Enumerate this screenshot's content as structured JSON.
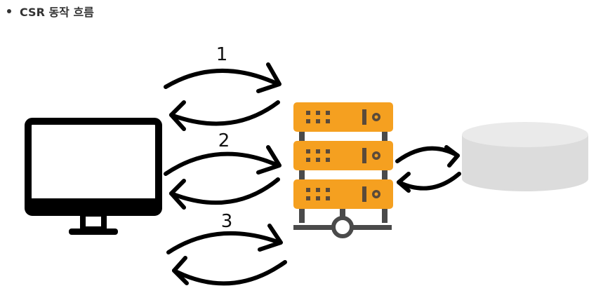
{
  "heading": {
    "text": "CSR 동작 흐름"
  },
  "steps": [
    {
      "label": "1"
    },
    {
      "label": "2"
    },
    {
      "label": "3"
    }
  ],
  "colors": {
    "server": "#f5a020",
    "server_slot": "#5a4a3a",
    "database": "#dcdcdc",
    "database_top": "#eaeaea",
    "monitor": "#000000",
    "network": "#4a4a4a",
    "arrow": "#000000"
  },
  "icons": [
    "monitor-icon",
    "server-icon",
    "database-icon",
    "network-icon"
  ]
}
